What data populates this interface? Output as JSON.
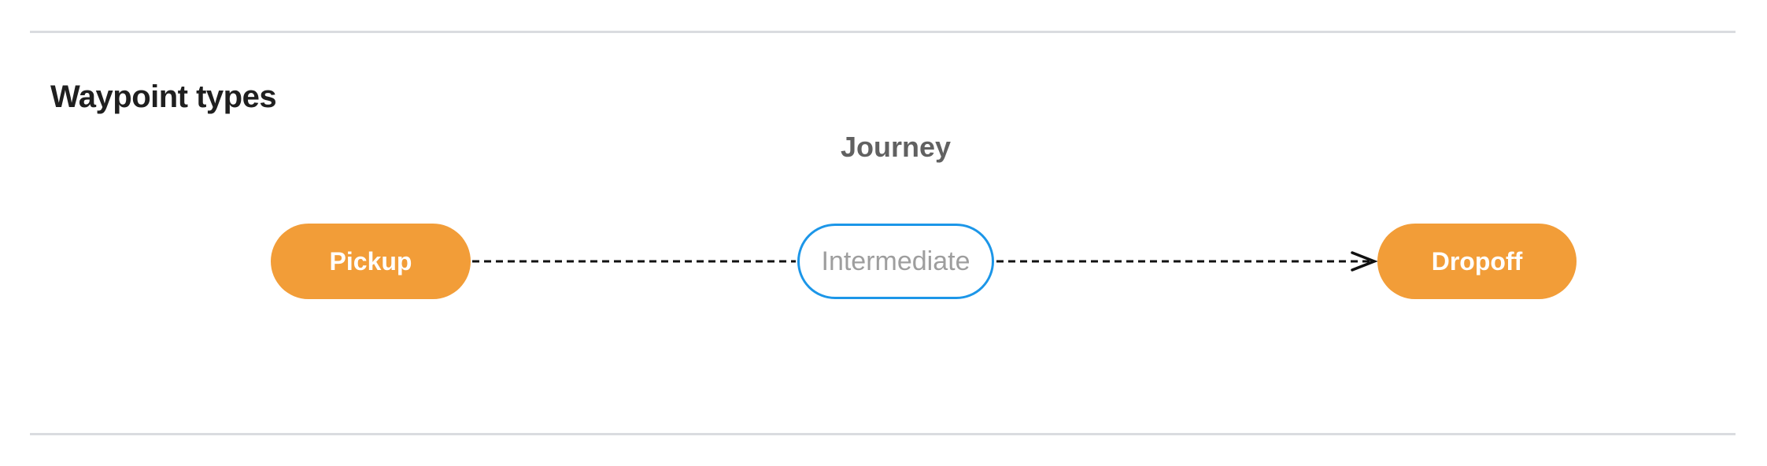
{
  "section": {
    "title": "Waypoint types"
  },
  "diagram": {
    "group_label": "Journey",
    "nodes": [
      {
        "id": "pickup",
        "label": "Pickup",
        "style": "filled-orange"
      },
      {
        "id": "intermediate",
        "label": "Intermediate",
        "style": "outlined-blue"
      },
      {
        "id": "dropoff",
        "label": "Dropoff",
        "style": "filled-orange"
      }
    ],
    "edges": [
      {
        "from": "pickup",
        "to": "intermediate",
        "style": "dashed",
        "arrowhead": false
      },
      {
        "from": "intermediate",
        "to": "dropoff",
        "style": "dashed",
        "arrowhead": true
      }
    ]
  },
  "colors": {
    "node-fill-orange": "#F29D38",
    "node-border-blue": "#1C96E8",
    "node-text-white": "#FFFFFF",
    "node-text-gray": "#9E9E9E",
    "group-label-gray": "#616161",
    "heading-black": "#1F1F1F",
    "divider-gray": "#DADCE0",
    "edge-black": "#111111"
  }
}
